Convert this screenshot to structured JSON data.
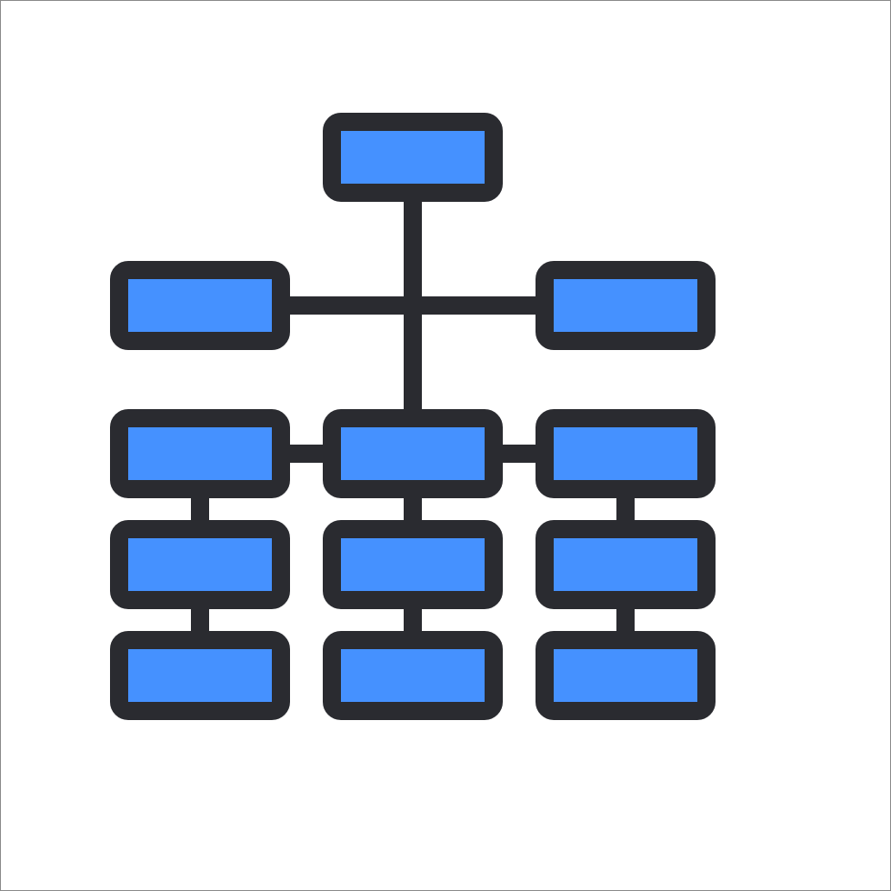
{
  "diagram": {
    "kind": "hierarchy-chart-icon",
    "icon_name": "hierarchy-structure-icon",
    "colors": {
      "background": "#ffffff",
      "frame_border": "#8a8a8a",
      "outline": "#2a2b30",
      "box_fill": "#4591ff"
    },
    "nodes": [
      {
        "id": "root"
      },
      {
        "id": "level1-left"
      },
      {
        "id": "level1-right"
      },
      {
        "id": "level2-left"
      },
      {
        "id": "level2-center"
      },
      {
        "id": "level2-right"
      },
      {
        "id": "level3-left"
      },
      {
        "id": "level3-center"
      },
      {
        "id": "level3-right"
      },
      {
        "id": "level4-left"
      },
      {
        "id": "level4-center"
      },
      {
        "id": "level4-right"
      }
    ],
    "edges": [
      {
        "from": "root",
        "to": "level1-left"
      },
      {
        "from": "root",
        "to": "level1-right"
      },
      {
        "from": "root",
        "to": "level2-center"
      },
      {
        "from": "level2-center",
        "to": "level2-left"
      },
      {
        "from": "level2-center",
        "to": "level2-right"
      },
      {
        "from": "level2-left",
        "to": "level3-left"
      },
      {
        "from": "level2-center",
        "to": "level3-center"
      },
      {
        "from": "level2-right",
        "to": "level3-right"
      },
      {
        "from": "level3-left",
        "to": "level4-left"
      },
      {
        "from": "level3-center",
        "to": "level4-center"
      },
      {
        "from": "level3-right",
        "to": "level4-right"
      }
    ]
  }
}
